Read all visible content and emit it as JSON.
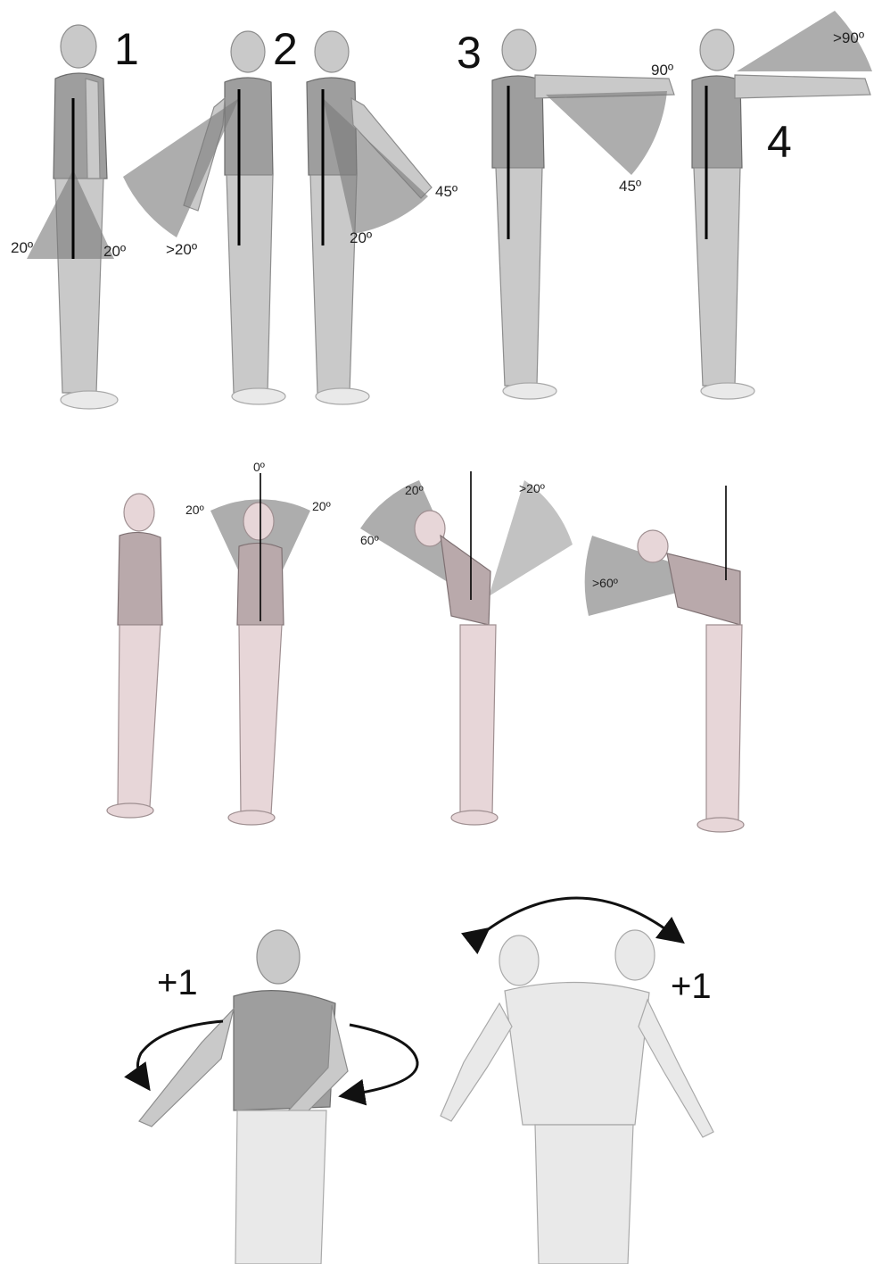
{
  "panel_top": {
    "numbers": [
      "1",
      "2",
      "3",
      "4"
    ],
    "angles": {
      "p1_left": "20º",
      "p1_right": "20º",
      "p2_back": ">20º",
      "p2_front_low": "20º",
      "p2_front_high": "45º",
      "p3_top": "90º",
      "p3_bottom": "45º",
      "p4_top": ">90º"
    }
  },
  "panel_middle": {
    "angles": {
      "head_zero": "0º",
      "head_left": "20º",
      "head_right": "20º",
      "bend_twenty": "20º",
      "bend_sixty": "60º",
      "bend_back": ">20º",
      "deep_bend": ">60º"
    }
  },
  "panel_bottom": {
    "labels": {
      "twist": "+1",
      "side_bend": "+1"
    }
  }
}
